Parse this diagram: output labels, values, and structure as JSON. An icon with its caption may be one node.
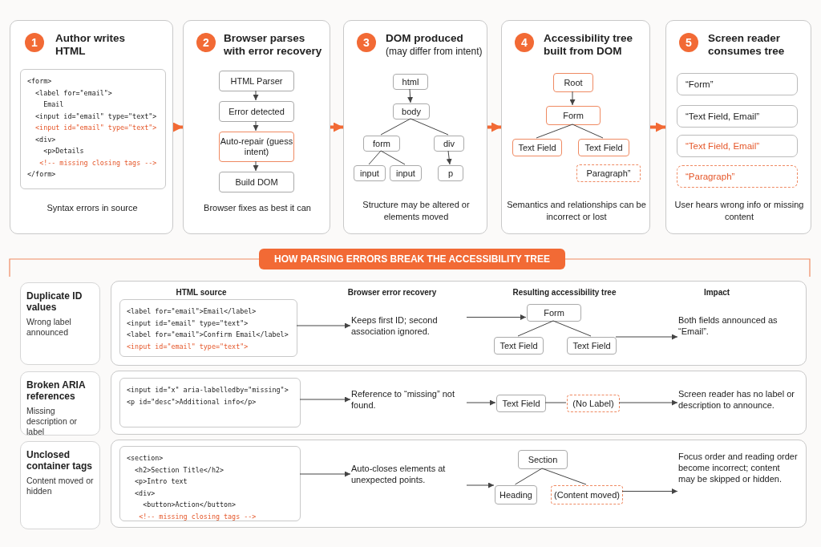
{
  "diagram": {
    "nodes": [
      {
        "text": [
          "1",
          "Author writes HTML",
          "Syntax errors in source"
        ]
      },
      {
        "text": [
          "<form>",
          "<label for=\"email\">",
          "Email",
          "<input id=\"email\" type=\"text\">",
          "<input id=\"email\" type=\"text\">",
          "<div>",
          "<p>Details",
          "<!-- missing closing tags -->",
          "</form>"
        ],
        "in": 0
      },
      {
        "text": [
          "2",
          "Browser parses with error recovery",
          "Browser fixes as best it can"
        ]
      },
      {
        "text": [
          "HTML Parser"
        ],
        "in": 2
      },
      {
        "text": [
          "Error detected"
        ],
        "in": 2
      },
      {
        "text": [
          "Auto-repair (guess intent)"
        ],
        "in": 2
      },
      {
        "text": [
          "Build DOM"
        ],
        "in": 2
      },
      {
        "text": [
          "3",
          "DOM produced",
          "(may differ from intent)",
          "Structure may be altered or elements moved"
        ]
      },
      {
        "text": [
          "html"
        ],
        "in": 7
      },
      {
        "text": [
          "body"
        ],
        "in": 7
      },
      {
        "text": [
          "form"
        ],
        "in": 7
      },
      {
        "text": [
          "div"
        ],
        "in": 7
      },
      {
        "text": [
          "input"
        ],
        "in": 7
      },
      {
        "text": [
          "input"
        ],
        "in": 7
      },
      {
        "text": [
          "p"
        ],
        "in": 7
      },
      {
        "text": [
          "4",
          "Accessibility tree built from DOM",
          "Semantics and relationships can be incorrect or lost"
        ]
      },
      {
        "text": [
          "Root"
        ],
        "in": 15
      },
      {
        "text": [
          "Form"
        ],
        "in": 15
      },
      {
        "text": [
          "Text Field"
        ],
        "in": 15
      },
      {
        "text": [
          "Text Field"
        ],
        "in": 15
      },
      {
        "text": [
          "Paragraph”"
        ],
        "in": 15
      },
      {
        "text": [
          "5",
          "Screen reader consumes tree",
          "User hears wrong info or missing content"
        ]
      },
      {
        "text": [
          "“Form”"
        ],
        "in": 21
      },
      {
        "text": [
          "“Text Field, Email”"
        ],
        "in": 21
      },
      {
        "text": [
          "“Text Field, Email”"
        ],
        "in": 21
      },
      {
        "text": [
          "“Paragraph”"
        ],
        "in": 21
      },
      {
        "text": [
          "HOW PARSING ERRORS BREAK THE ACCESSIBILITY TREE"
        ]
      },
      {
        "text": [
          "Duplicate ID values",
          "Wrong label announced"
        ]
      },
      {
        "text": [
          "HTML source",
          "Browser error recovery",
          "Resulting accessibility tree",
          "Impact"
        ]
      },
      {
        "text": [
          "<label for=\"email\">Email</label>",
          "<input id=\"email\" type=\"text\">",
          "<label for=\"email\">Confirm Email</label>",
          "<input id=\"email\" type=\"text\">"
        ],
        "in": 28
      },
      {
        "text": [
          "Keeps first ID; second association ignored."
        ],
        "in": 28
      },
      {
        "text": [
          "Form"
        ],
        "in": 28
      },
      {
        "text": [
          "Text Field"
        ],
        "in": 28
      },
      {
        "text": [
          "Text Field"
        ],
        "in": 28
      },
      {
        "text": [
          "Both fields announced as “Email”."
        ],
        "in": 28
      },
      {
        "text": [
          "Broken ARIA references",
          "Missing description or label"
        ]
      },
      {
        "text": [],
        "shape": "box"
      },
      {
        "text": [
          "<input id=\"x\" aria-labelledby=\"missing\">",
          "<p id=\"desc\">Additional info</p>"
        ],
        "in": 36
      },
      {
        "text": [
          "Reference to “missing” not found."
        ],
        "in": 36
      },
      {
        "text": [
          "Text Field"
        ],
        "in": 36
      },
      {
        "text": [
          "(No Label)"
        ],
        "in": 36
      },
      {
        "text": [
          "Screen reader has no label or description to announce."
        ],
        "in": 36
      },
      {
        "text": [
          "Unclosed container tags",
          "Content moved or hidden"
        ]
      },
      {
        "text": [],
        "shape": "box"
      },
      {
        "text": [
          "<section>",
          "<h2>Section Title</h2>",
          "<p>Intro text",
          "<div>",
          "<button>Action</button>",
          "<!-- missing closing tags -->"
        ],
        "in": 43
      },
      {
        "text": [
          "Auto-closes elements at unexpected points."
        ],
        "in": 43
      },
      {
        "text": [
          "Section"
        ],
        "in": 43
      },
      {
        "text": [
          "Heading"
        ],
        "in": 43
      },
      {
        "text": [
          "(Content moved)"
        ],
        "in": 43
      },
      {
        "text": [
          "Focus order and reading order become incorrect; content may be skipped or hidden."
        ],
        "in": 43
      }
    ],
    "edges": [
      {
        "from": 0,
        "to": 2,
        "arrow": "to",
        "style": "thick",
        "color": "#f26a35"
      },
      {
        "from": 2,
        "to": 7,
        "arrow": "to",
        "style": "thick",
        "color": "#f26a35"
      },
      {
        "from": 7,
        "to": 15,
        "arrow": "to",
        "style": "thick",
        "color": "#f26a35"
      },
      {
        "from": 15,
        "to": 21,
        "arrow": "to",
        "style": "thick",
        "color": "#f26a35"
      },
      {
        "from": 3,
        "to": 4,
        "arrow": "to"
      },
      {
        "from": 4,
        "to": 5,
        "arrow": "to"
      },
      {
        "from": 5,
        "to": 6,
        "arrow": "to"
      },
      {
        "from": 8,
        "to": 9,
        "arrow": "to"
      },
      {
        "from": 9,
        "to": 10,
        "arrow": "none"
      },
      {
        "from": 9,
        "to": 11,
        "arrow": "none"
      },
      {
        "from": 10,
        "to": 12,
        "arrow": "none"
      },
      {
        "from": 10,
        "to": 13,
        "arrow": "none"
      },
      {
        "from": 11,
        "to": 14,
        "arrow": "to"
      },
      {
        "from": 16,
        "to": 17,
        "arrow": "to"
      },
      {
        "from": 17,
        "to": 18,
        "arrow": "none"
      },
      {
        "from": 17,
        "to": 19,
        "arrow": "none"
      },
      {
        "from": 29,
        "to": 30,
        "arrow": "to"
      },
      {
        "from": 30,
        "to": 31,
        "arrow": "to"
      },
      {
        "from": 31,
        "to": 32,
        "arrow": "none"
      },
      {
        "from": 31,
        "to": 33,
        "arrow": "none"
      },
      {
        "from": 33,
        "to": 34,
        "arrow": "to"
      },
      {
        "from": 37,
        "to": 38,
        "arrow": "to"
      },
      {
        "from": 38,
        "to": 39,
        "arrow": "to"
      },
      {
        "from": 39,
        "to": 40,
        "arrow": "none"
      },
      {
        "from": 40,
        "to": 41,
        "arrow": "to"
      },
      {
        "from": 44,
        "to": 45,
        "arrow": "to"
      },
      {
        "from": 45,
        "to": 47,
        "arrow": "to"
      },
      {
        "from": 46,
        "to": 47,
        "arrow": "none"
      },
      {
        "from": 46,
        "to": 48,
        "arrow": "none"
      },
      {
        "from": 48,
        "to": 49,
        "arrow": "to"
      }
    ]
  }
}
